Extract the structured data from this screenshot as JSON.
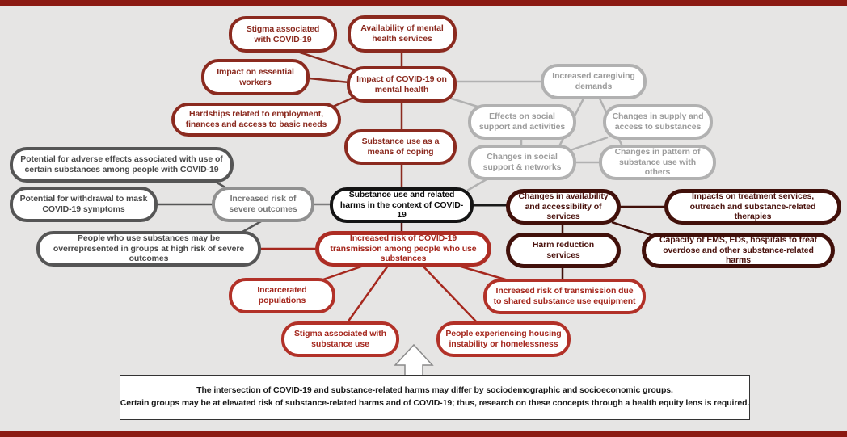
{
  "colors": {
    "background": "#e6e5e4",
    "border_bars": "#8b1a12",
    "maroon_cluster": "#8b2a1f",
    "light_gray_cluster": "#b1b1b1",
    "dark_gray_cluster": "#555555",
    "central_black": "#141414",
    "dark_maroon_cluster": "#41100a",
    "red_cluster": "#b23128"
  },
  "nodes": [
    {
      "id": "stigma-covid",
      "label": "Stigma associated with COVID-19",
      "group": "maroon"
    },
    {
      "id": "availability-mental-health",
      "label": "Availability of mental health services",
      "group": "maroon"
    },
    {
      "id": "impact-essential-workers",
      "label": "Impact on essential workers",
      "group": "maroon"
    },
    {
      "id": "impact-covid-mental-health",
      "label": "Impact of COVID-19 on mental health",
      "group": "maroon"
    },
    {
      "id": "hardships-employment",
      "label": "Hardships related to employment, finances and access to basic needs",
      "group": "maroon"
    },
    {
      "id": "substance-use-coping",
      "label": "Substance use as a means of coping",
      "group": "maroon"
    },
    {
      "id": "increased-caregiving",
      "label": "Increased caregiving demands",
      "group": "light-gray"
    },
    {
      "id": "effects-social-support",
      "label": "Effects on social support and activities",
      "group": "light-gray"
    },
    {
      "id": "changes-supply-access",
      "label": "Changes in supply and access to substances",
      "group": "light-gray"
    },
    {
      "id": "changes-social-networks",
      "label": "Changes in social support & networks",
      "group": "light-gray"
    },
    {
      "id": "changes-pattern-others",
      "label": "Changes in pattern of substance use with others",
      "group": "light-gray"
    },
    {
      "id": "adverse-effects",
      "label": "Potential for adverse effects associated with use of certain substances among people with COVID-19",
      "group": "dark-gray"
    },
    {
      "id": "withdrawal-mask",
      "label": "Potential for withdrawal to mask COVID-19 symptoms",
      "group": "dark-gray"
    },
    {
      "id": "severe-outcomes",
      "label": "Increased risk of severe outcomes",
      "group": "mid-gray"
    },
    {
      "id": "central-substance-use-harms",
      "label": "Substance use and related harms in the context of COVID-19",
      "group": "black"
    },
    {
      "id": "overrepresented-groups",
      "label": "People who use substances may be overrepresented in groups at high risk of severe outcomes",
      "group": "dark-gray"
    },
    {
      "id": "covid-transmission-risk",
      "label": "Increased risk of COVID-19 transmission among people who use substances",
      "group": "red"
    },
    {
      "id": "changes-availability-services",
      "label": "Changes in availability and accessibility of services",
      "group": "dark-maroon"
    },
    {
      "id": "impacts-treatment-services",
      "label": "Impacts on treatment services, outreach and substance-related therapies",
      "group": "dark-maroon"
    },
    {
      "id": "harm-reduction-services",
      "label": "Harm reduction services",
      "group": "dark-maroon"
    },
    {
      "id": "capacity-ems",
      "label": "Capacity of EMS, EDs, hospitals to treat overdose and other substance-related harms",
      "group": "dark-maroon"
    },
    {
      "id": "incarcerated-populations",
      "label": "Incarcerated populations",
      "group": "red"
    },
    {
      "id": "shared-equipment",
      "label": "Increased risk of transmission due to shared substance use equipment",
      "group": "red"
    },
    {
      "id": "stigma-substance-use",
      "label": "Stigma associated with substance use",
      "group": "red"
    },
    {
      "id": "housing-instability",
      "label": "People experiencing housing instability or homelessness",
      "group": "red"
    }
  ],
  "footer": {
    "line1": "The intersection of COVID-19 and substance-related harms may differ by sociodemographic and socioeconomic groups.",
    "line2": "Certain groups may be at elevated risk of substance-related harms and of COVID-19; thus, research on these concepts through a health equity lens is required."
  }
}
